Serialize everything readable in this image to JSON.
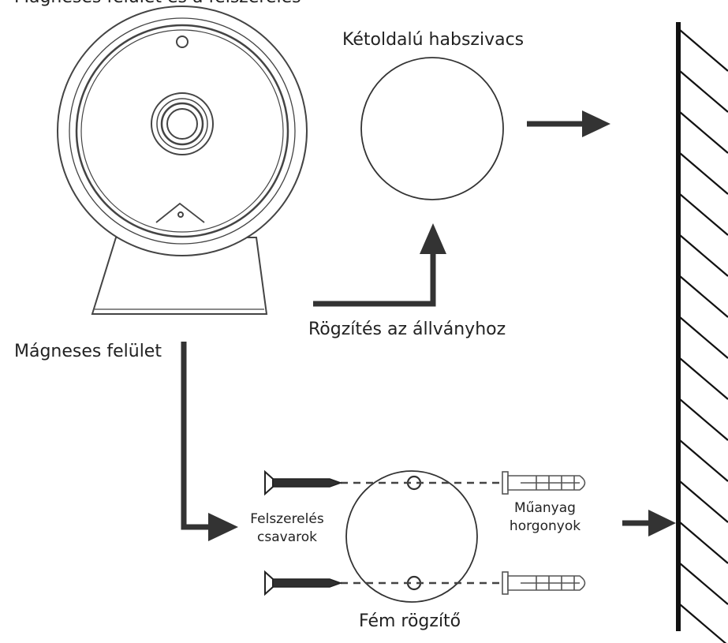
{
  "labels": {
    "top_cut": "Mágneses felület és a felszerelés",
    "foam": "Kétoldalú habszivacs",
    "attach_stand": "Rögzítés az állványhoz",
    "magnetic_surface": "Mágneses felület",
    "screws_line1": "Felszerelés",
    "screws_line2": "csavarok",
    "anchors_line1": "Műanyag",
    "anchors_line2": "horgonyok",
    "metal_mount": "Fém rögzítő"
  },
  "colors": {
    "line": "#333333",
    "text": "#222222",
    "screw_dark": "#2f2f2f",
    "background": "#ffffff"
  }
}
